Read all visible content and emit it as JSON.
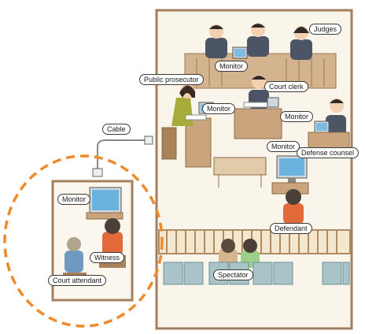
{
  "labels": {
    "judges": "Judges",
    "monitor_judges": "Monitor",
    "public_prosecutor": "Public prosecutor",
    "court_clerk": "Court clerk",
    "monitor_prosecutor": "Monitor",
    "monitor_clerk": "Monitor",
    "cable": "Cable",
    "monitor_defense": "Monitor",
    "defense_counsel": "Defense counsel",
    "monitor_witness_room": "Monitor",
    "defendant": "Defendant",
    "witness": "Witness",
    "spectator": "Spectator",
    "court_attendant": "Court attendant"
  },
  "colors": {
    "frame": "#a38060",
    "wall": "#f7f1e3",
    "bench": "#c9a47c",
    "bench_dark": "#a9825a",
    "dashed_circle": "#ee8a2a",
    "chair_blue": "#a9c4c8",
    "screen_blue": "#69b3de"
  }
}
